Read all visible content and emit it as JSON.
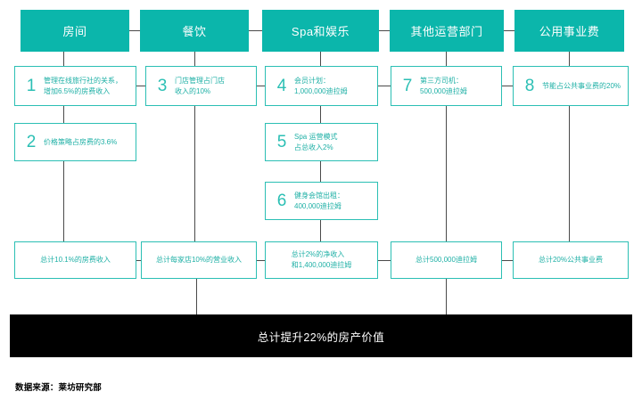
{
  "diagram": {
    "title_bar": {
      "label": "总计提升22%的房产价值"
    },
    "source": {
      "label": "数据来源：莱坊研究部"
    },
    "accent_color": "#0bb6ab",
    "border_color": "#2bbfb4",
    "text_color": "#1fb0a6",
    "bar_color": "#000000",
    "connector_color": "#4a4a4a",
    "columns": [
      {
        "header": "房间",
        "summary": "总计10.1%的房费收入",
        "items": [
          {
            "number": "1",
            "text": "管理在线旅行社的关系，\n增加6.5%的房费收入"
          },
          {
            "number": "2",
            "text": "价格策略占房费的3.6%"
          }
        ]
      },
      {
        "header": "餐饮",
        "summary": "总计每家店10%的营业收入",
        "items": [
          {
            "number": "3",
            "text": "门店管理占门店\n收入的10%"
          }
        ]
      },
      {
        "header": "Spa和娱乐",
        "summary": "总计2%的净收入\n和1,400,000迪拉姆",
        "items": [
          {
            "number": "4",
            "text": "会员计划：\n1,000,000迪拉姆"
          },
          {
            "number": "5",
            "text": "Spa 运营模式\n占总收入2%"
          },
          {
            "number": "6",
            "text": "健身会馆出租：\n400,000迪拉姆"
          }
        ]
      },
      {
        "header": "其他运营部门",
        "summary": "总计500,000迪拉姆",
        "items": [
          {
            "number": "7",
            "text": "第三方司机：\n500,000迪拉姆"
          }
        ]
      },
      {
        "header": "公用事业费",
        "summary": "总计20%公共事业费",
        "items": [
          {
            "number": "8",
            "text": "节能占公共事业费的20%"
          }
        ]
      }
    ]
  }
}
